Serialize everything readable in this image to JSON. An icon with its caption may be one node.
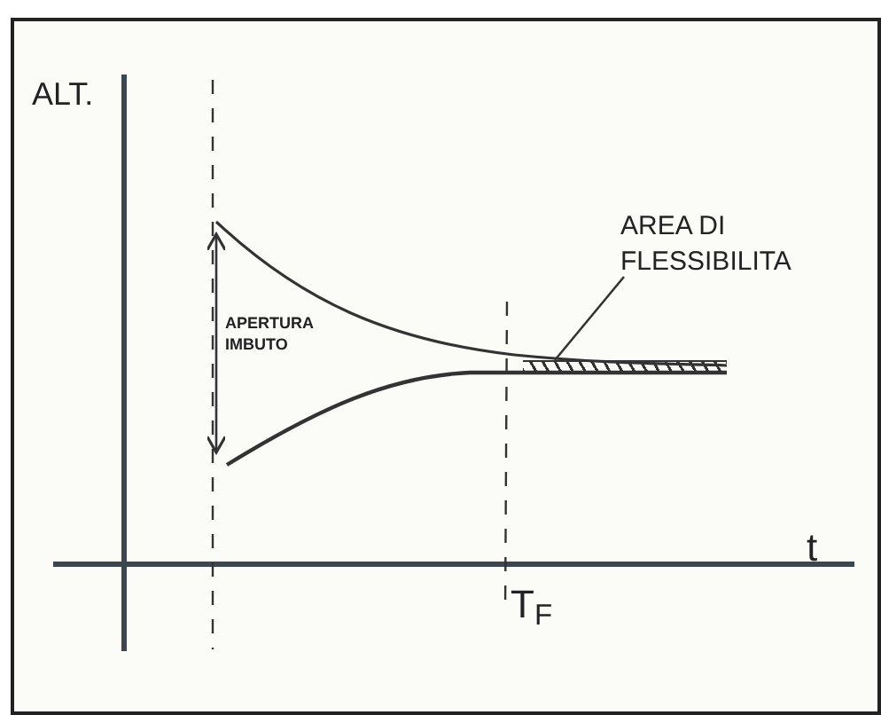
{
  "diagram": {
    "nodes": [
      {
        "text": [
          "AREA DI FLESSIBILITA"
        ]
      },
      {
        "text": [],
        "shape": "bar"
      }
    ],
    "edges": [
      {
        "from": 0,
        "to": 1,
        "arrow": "none"
      }
    ],
    "labels": [
      "ALT.",
      "APERTURA IMBUTO",
      "t",
      "T$_{F}$"
    ]
  }
}
